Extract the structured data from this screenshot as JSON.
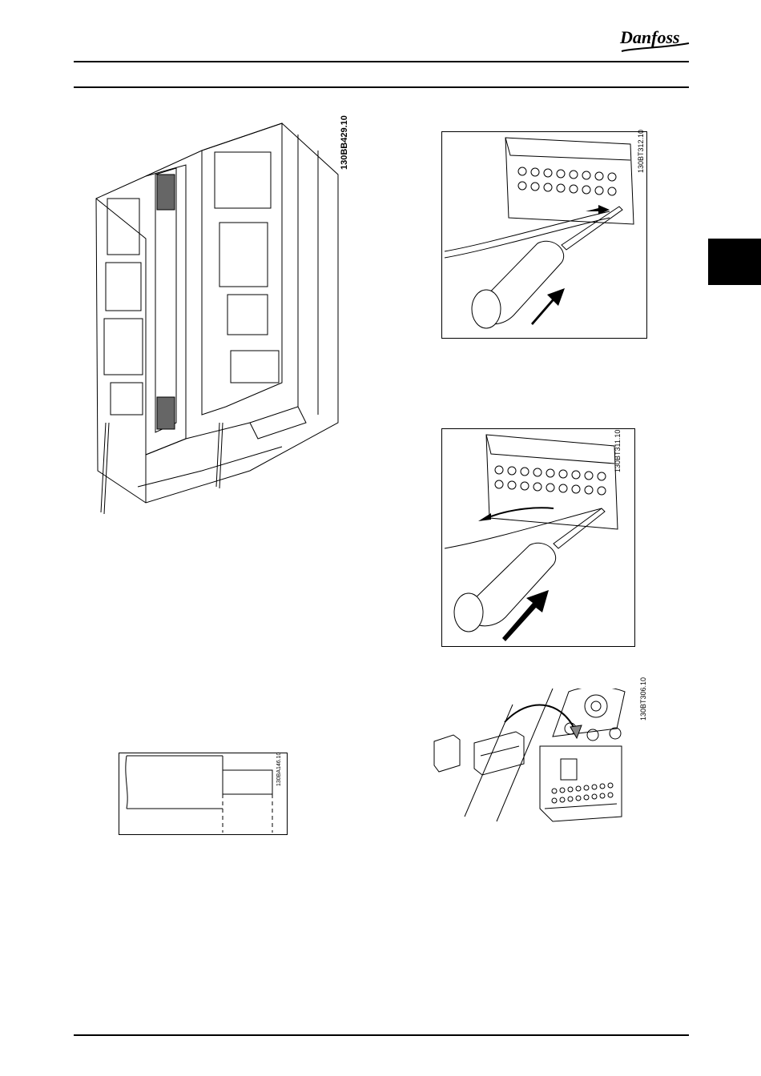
{
  "brand": {
    "name": "Danfoss"
  },
  "figures": {
    "cabinet": {
      "code": "130BB429.10"
    },
    "insert_wire": {
      "code": "130BT312.10"
    },
    "remove_wire": {
      "code": "130BT311.10"
    },
    "shield_box": {
      "code": "130BA146.10"
    },
    "plug_terminals": {
      "code": "130BT306.10"
    }
  },
  "colors": {
    "line": "#000000",
    "paper": "#ffffff",
    "tab": "#000000"
  }
}
